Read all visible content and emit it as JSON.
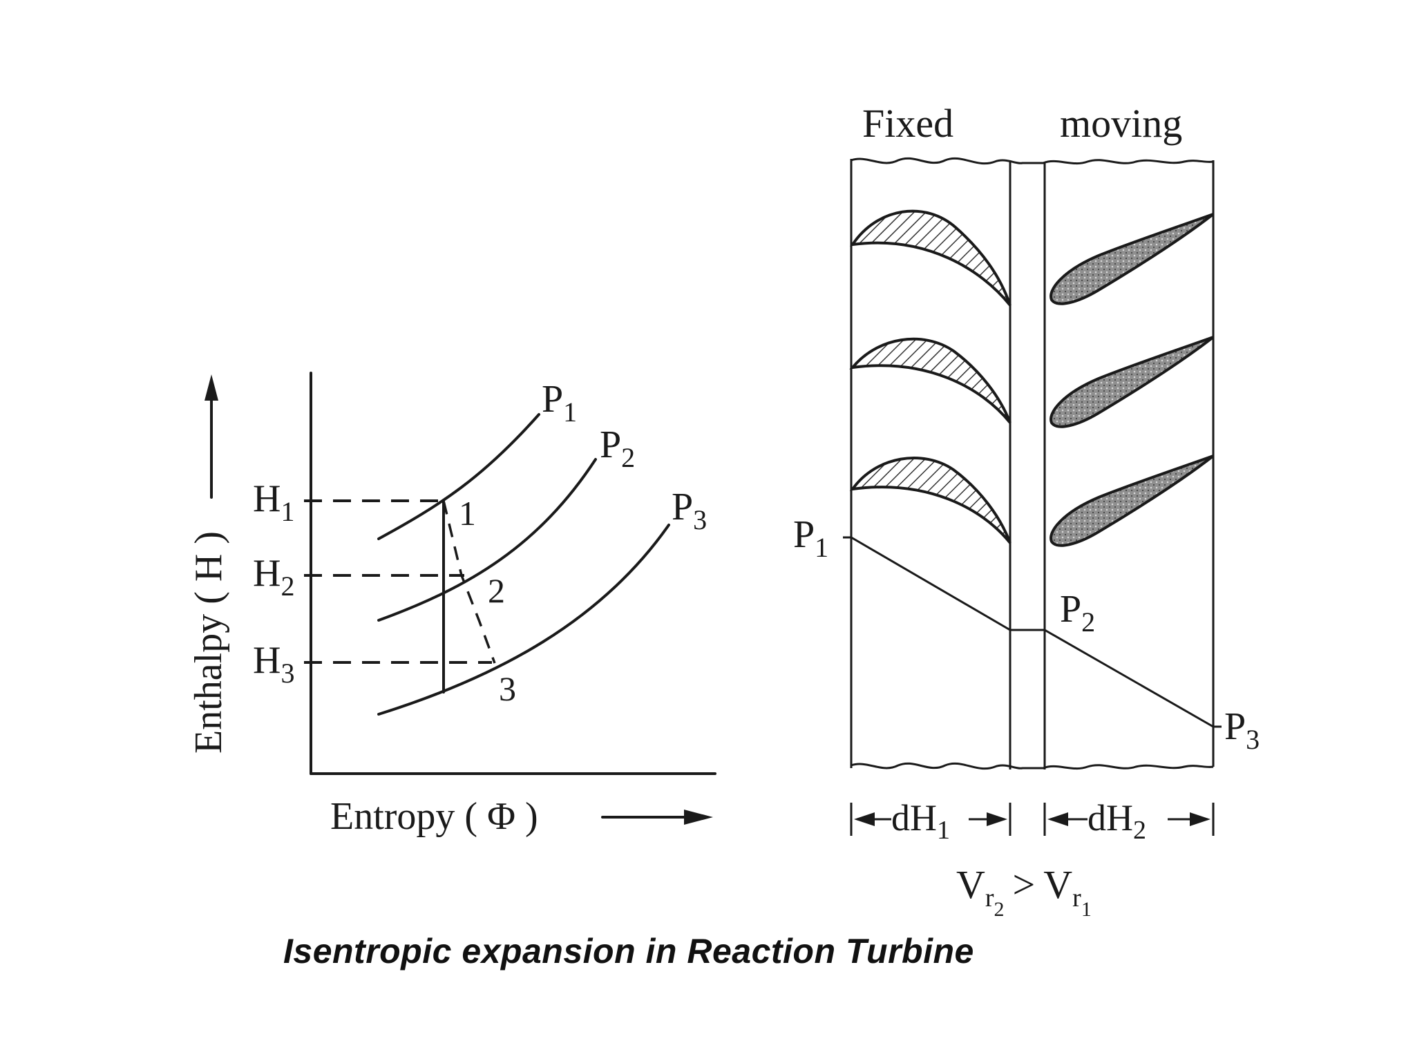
{
  "hs_diagram": {
    "y_axis_label": "Enthalpy ( H )",
    "x_axis_label": "Entropy ( Φ )",
    "enthalpy_levels": [
      {
        "base": "H",
        "sub": "1"
      },
      {
        "base": "H",
        "sub": "2"
      },
      {
        "base": "H",
        "sub": "3"
      }
    ],
    "pressure_lines": [
      {
        "base": "P",
        "sub": "1"
      },
      {
        "base": "P",
        "sub": "2"
      },
      {
        "base": "P",
        "sub": "3"
      }
    ],
    "state_points": [
      "1",
      "2",
      "3"
    ]
  },
  "turbine": {
    "fixed_label": "Fixed",
    "moving_label": "moving",
    "pressure_labels": [
      {
        "base": "P",
        "sub": "1"
      },
      {
        "base": "P",
        "sub": "2"
      },
      {
        "base": "P",
        "sub": "3"
      }
    ],
    "enthalpy_drops": [
      {
        "base": "dH",
        "sub": "1"
      },
      {
        "base": "dH",
        "sub": "2"
      }
    ],
    "velocity_relation": {
      "left_base": "V",
      "left_sub": "r",
      "left_subsub": "2",
      "operator": ">",
      "right_base": "V",
      "right_sub": "r",
      "right_subsub": "1"
    }
  },
  "caption": "Isentropic expansion in Reaction Turbine",
  "colors": {
    "ink": "#1a1a1a",
    "moving_blade_fill": "#8f8f8f",
    "background": "#ffffff"
  }
}
